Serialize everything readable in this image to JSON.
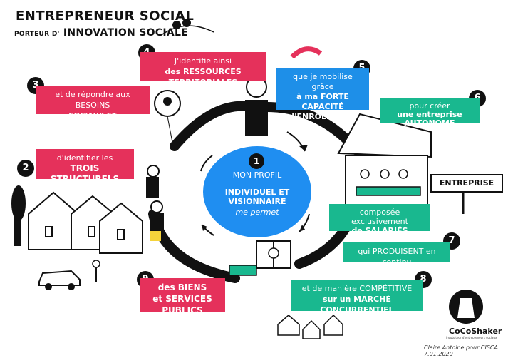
{
  "title": {
    "line1": "ENTREPRENEUR SOCIAL",
    "line2_prefix": "PORTEUR D'",
    "line2_main": "INNOVATION SOCIALE"
  },
  "center": {
    "number": "1",
    "line1": "MON PROFIL",
    "line2": "INDIVIDUEL ET VISIONNAIRE",
    "line3": "me permet"
  },
  "steps": [
    {
      "number": "2",
      "line1": "d'identifier les",
      "line2": "TROIS STRUCTURELS"
    },
    {
      "number": "3",
      "line1": "et de répondre aux BESOINS",
      "line2": "SOCIAUX ET ENVIRONNEMENTAUX"
    },
    {
      "number": "4",
      "line1": "J'identifie ainsi",
      "line2": "des RESSOURCES TERRITORIALES"
    },
    {
      "number": "5",
      "line1": "que je mobilise grâce",
      "line2": "à ma FORTE CAPACITÉ",
      "line3": "d'ENRÔLEMENT"
    },
    {
      "number": "6",
      "line1": "pour créer",
      "line2": "une entreprise AUTONOME"
    },
    {
      "number": "7",
      "line1": "qui PRODUISENT en continu"
    },
    {
      "number": "8",
      "line1": "et de manière COMPÉTITIVE",
      "line2": "sur un MARCHÉ CONCURRENTIEL"
    },
    {
      "number": "9",
      "line1": "des BIENS",
      "line2": "et SERVICES PUBLICS"
    }
  ],
  "salaries_box": {
    "line1": "composée exclusivement",
    "line2": "de SALARIÉS"
  },
  "entreprise_sign": "ENTREPRISE",
  "logo": {
    "name": "CoCoShaker",
    "tagline": "incubateur d'entrepreneurs sociaux"
  },
  "signature": "Claire Antoine pour CISCA 7.01.2020",
  "colors": {
    "red": "#e5315b",
    "blue": "#1e8fe8",
    "green": "#19b88f",
    "center": "#1f8ef1"
  }
}
